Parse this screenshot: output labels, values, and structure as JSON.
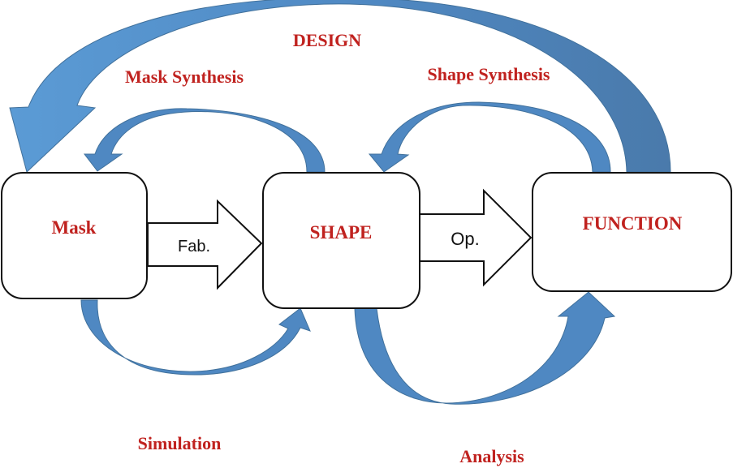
{
  "diagram": {
    "nodes": [
      {
        "id": "mask",
        "label": "Mask"
      },
      {
        "id": "shape",
        "label": "SHAPE"
      },
      {
        "id": "function",
        "label": "FUNCTION"
      }
    ],
    "forward_arrows": [
      {
        "from": "mask",
        "to": "shape",
        "label": "Fab."
      },
      {
        "from": "shape",
        "to": "function",
        "label": "Op."
      }
    ],
    "curved_arrows": [
      {
        "from": "function",
        "to": "mask",
        "label": "DESIGN"
      },
      {
        "from": "shape",
        "to": "mask",
        "label": "Mask Synthesis"
      },
      {
        "from": "function",
        "to": "shape",
        "label": "Shape Synthesis"
      },
      {
        "from": "mask",
        "to": "shape",
        "label": "Simulation"
      },
      {
        "from": "shape",
        "to": "function",
        "label": "Analysis"
      }
    ]
  },
  "colors": {
    "label_red": "#c0221f",
    "arrow_light": "#5b9bd5",
    "arrow_dark": "#4a7eb0",
    "box_stroke": "#111111"
  }
}
